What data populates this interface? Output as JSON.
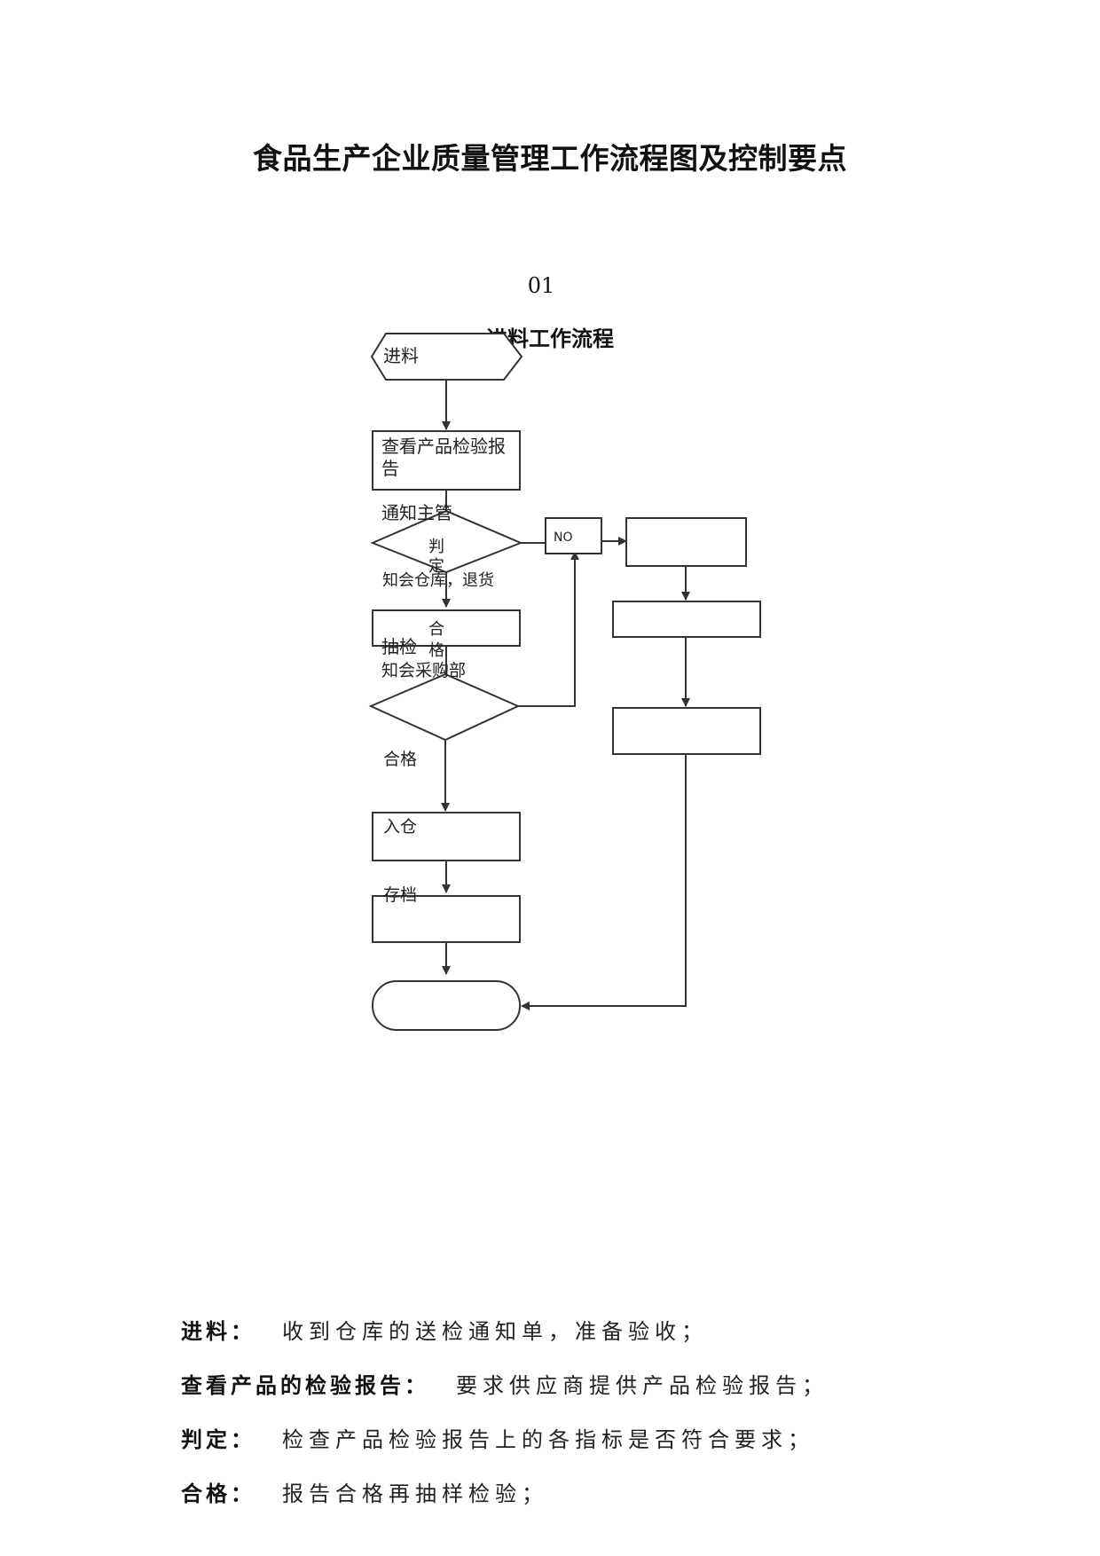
{
  "document": {
    "title": "食品生产企业质量管理工作流程图及控制要点",
    "section_number": "01",
    "section_title": "进料工作流程"
  },
  "flowchart": {
    "labels": {
      "start": "进料",
      "check_report_line1": "查看产品检验报",
      "check_report_line2": "告",
      "notify_manager": "通知主管",
      "judge_line1": "判",
      "judge_line2": "定",
      "no": "NO",
      "notify_warehouse": "知会仓库，退货",
      "pass_a_line1": "合",
      "pass_a_line2": "格",
      "sample_check": "抽检",
      "notify_purchasing": "知会采购部",
      "pass_b": "合格",
      "warehouse_in": "入仓",
      "archive": "存档"
    }
  },
  "definitions": [
    {
      "term": "进料：",
      "text": "收到仓库的送检通知单，准备验收；"
    },
    {
      "term": "查看产品的检验报告：",
      "text": "要求供应商提供产品检验报告；"
    },
    {
      "term": "判定：",
      "text": "检查产品检验报告上的各指标是否符合要求；"
    },
    {
      "term": "合格：",
      "text": "报告合格再抽样检验；"
    }
  ]
}
